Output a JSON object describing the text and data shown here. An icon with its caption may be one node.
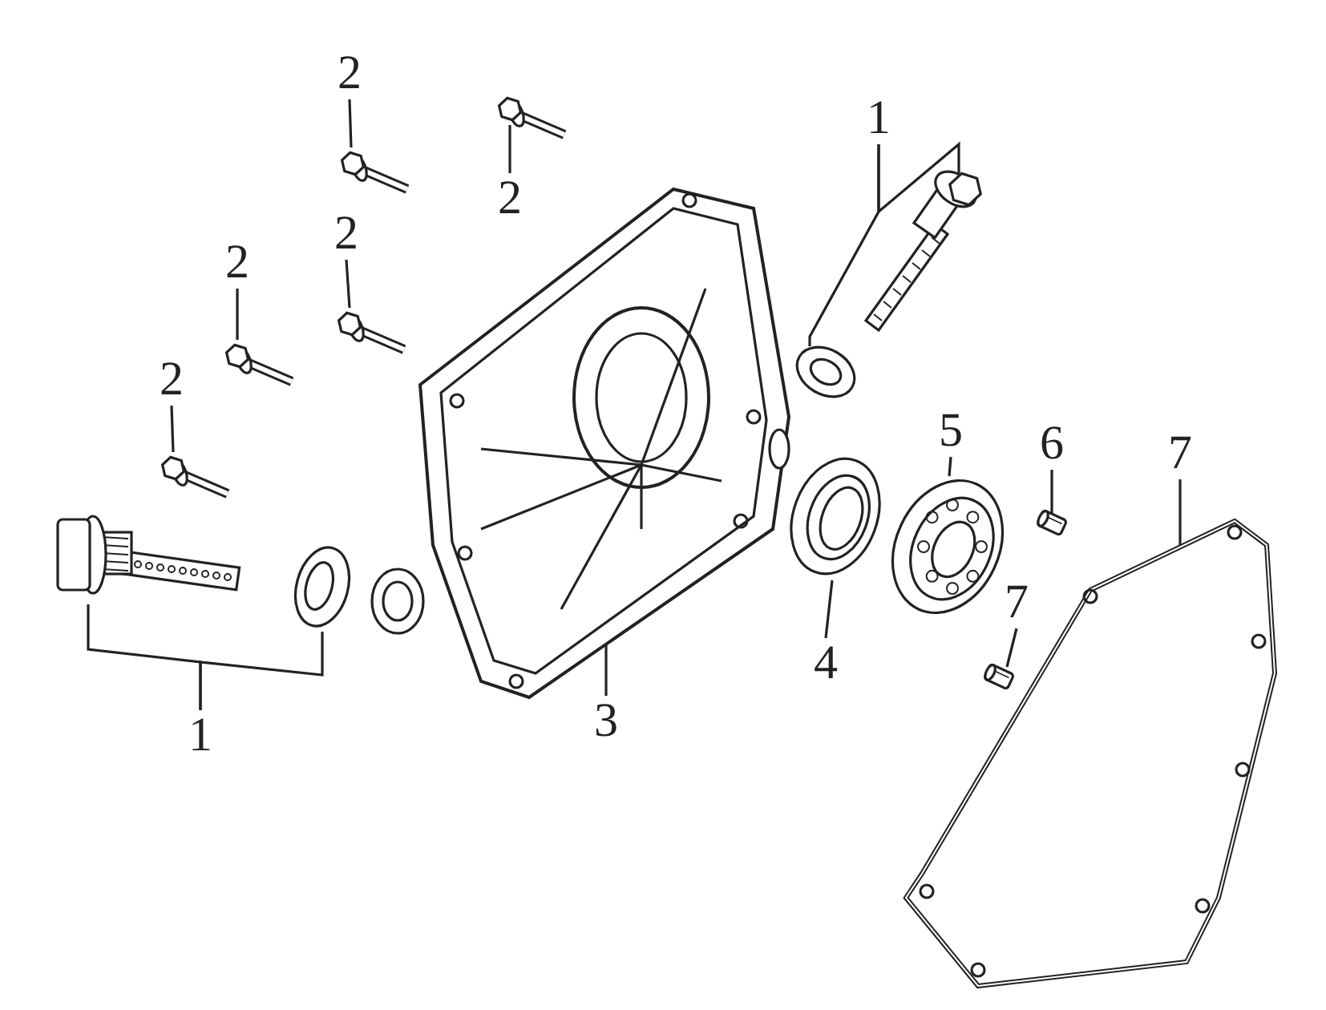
{
  "diagram": {
    "nodes": [
      {
        "text": [
          "2"
        ]
      },
      {
        "text": [
          "2"
        ]
      },
      {
        "text": [
          "1"
        ]
      },
      {
        "text": [
          "2"
        ]
      },
      {
        "text": [
          "2"
        ]
      },
      {
        "text": [
          "2"
        ]
      },
      {
        "text": [
          "5"
        ]
      },
      {
        "text": [
          "6"
        ]
      },
      {
        "text": [
          "7"
        ]
      },
      {
        "text": [
          "7"
        ]
      },
      {
        "text": [
          "4"
        ]
      },
      {
        "text": [
          "1"
        ]
      },
      {
        "text": [
          "3"
        ]
      },
      {
        "text": [],
        "shape": "picture"
      },
      {
        "text": [],
        "shape": "picture"
      },
      {
        "text": [],
        "shape": "picture"
      },
      {
        "text": [],
        "shape": "picture"
      },
      {
        "text": [],
        "shape": "picture"
      },
      {
        "text": [],
        "shape": "picture"
      },
      {
        "text": [],
        "shape": "picture"
      },
      {
        "text": [],
        "shape": "picture"
      },
      {
        "text": [],
        "shape": "picture"
      },
      {
        "text": [],
        "shape": "picture"
      },
      {
        "text": [],
        "shape": "picture"
      },
      {
        "text": [],
        "shape": "picture"
      },
      {
        "text": [],
        "shape": "picture"
      },
      {
        "text": [],
        "shape": "picture"
      },
      {
        "text": [],
        "shape": "picture"
      }
    ],
    "edges": [
      {
        "from": 0,
        "to": 13,
        "arrow": "none"
      },
      {
        "from": 1,
        "to": 14,
        "arrow": "none"
      },
      {
        "from": 2,
        "to": 15,
        "arrow": "none"
      },
      {
        "from": 2,
        "to": 16,
        "arrow": "none"
      },
      {
        "from": 3,
        "to": 17,
        "arrow": "none"
      },
      {
        "from": 4,
        "to": 18,
        "arrow": "none"
      },
      {
        "from": 5,
        "to": 19,
        "arrow": "none"
      },
      {
        "from": 11,
        "to": 20,
        "arrow": "none"
      },
      {
        "from": 11,
        "to": 21,
        "arrow": "none"
      },
      {
        "from": 12,
        "to": 22,
        "arrow": "none"
      },
      {
        "from": 10,
        "to": 23,
        "arrow": "none"
      },
      {
        "from": 6,
        "to": 24,
        "arrow": "none"
      },
      {
        "from": 7,
        "to": 25,
        "arrow": "none"
      },
      {
        "from": 9,
        "to": 26,
        "arrow": "none"
      },
      {
        "from": 8,
        "to": 27,
        "arrow": "none"
      }
    ]
  }
}
